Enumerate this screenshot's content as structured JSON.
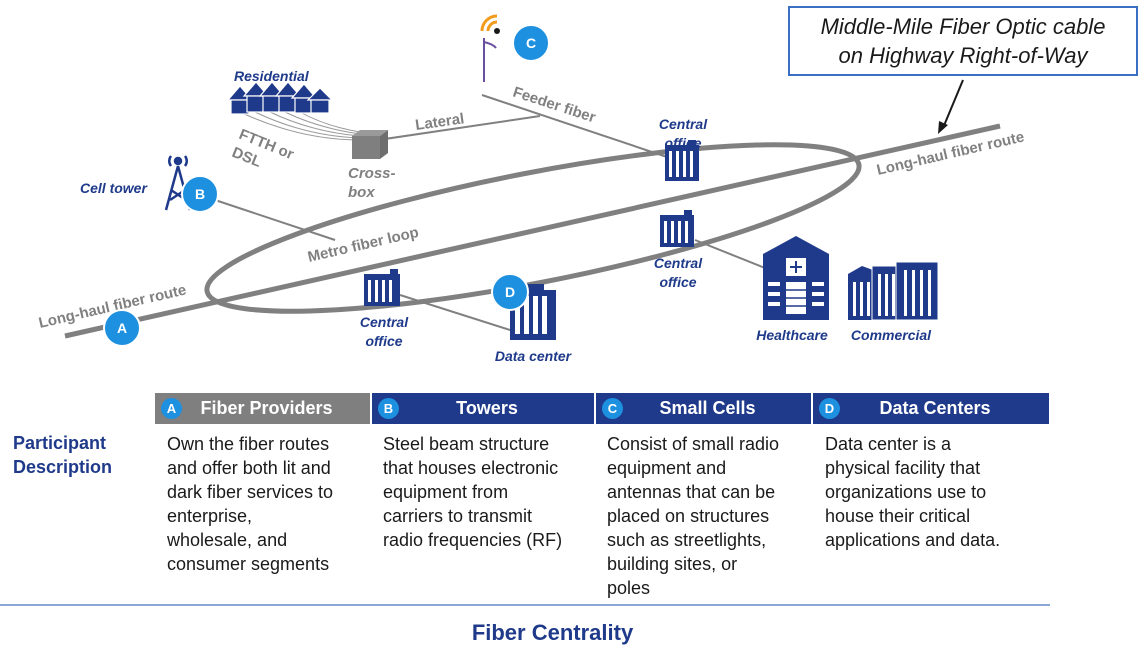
{
  "callout": {
    "line1": "Middle-Mile Fiber Optic cable",
    "line2": "on Highway Right-of-Way"
  },
  "diagram": {
    "route_labels": {
      "long_haul_left": "Long-haul fiber route",
      "long_haul_right": "Long-haul fiber route",
      "metro_loop": "Metro fiber loop",
      "feeder": "Feeder fiber",
      "lateral": "Lateral",
      "ftth": "FTTH or",
      "dsl": "DSL",
      "crossbox_1": "Cross-",
      "crossbox_2": "box"
    },
    "site_labels": {
      "residential": "Residential",
      "cell_tower": "Cell tower",
      "co_top_1": "Central",
      "co_top_2": "office",
      "co_mid_1": "Central",
      "co_mid_2": "office",
      "co_low_1": "Central",
      "co_low_2": "office",
      "data_center": "Data center",
      "healthcare": "Healthcare",
      "commercial": "Commercial"
    },
    "markers": {
      "a": "A",
      "b": "B",
      "c": "C",
      "d": "D"
    }
  },
  "table": {
    "row_label_1": "Participant",
    "row_label_2": "Description",
    "columns": [
      {
        "badge": "A",
        "header": "Fiber Providers",
        "lines": [
          "Own the fiber routes",
          "and offer both lit and",
          "dark fiber services to",
          "enterprise,",
          "wholesale, and",
          "consumer segments"
        ]
      },
      {
        "badge": "B",
        "header": "Towers",
        "lines": [
          "Steel beam structure",
          "that houses electronic",
          "equipment  from",
          "carriers to transmit",
          "radio frequencies (RF)"
        ]
      },
      {
        "badge": "C",
        "header": "Small Cells",
        "lines": [
          "Consist of small radio",
          "equipment  and",
          "antennas that can be",
          "placed on structures",
          "such as streetlights,",
          "building sites, or",
          "poles"
        ]
      },
      {
        "badge": "D",
        "header": "Data Centers",
        "lines": [
          "Data center is a",
          "physical facility that",
          "organizations use to",
          "house their critical",
          "applications and data."
        ]
      }
    ]
  },
  "footer": {
    "title": "Fiber Centrality"
  },
  "colors": {
    "navy": "#1f3a8a",
    "blue_badge": "#1e90e0",
    "grey_route": "#808080",
    "header_grey": "#7f7f7f"
  }
}
